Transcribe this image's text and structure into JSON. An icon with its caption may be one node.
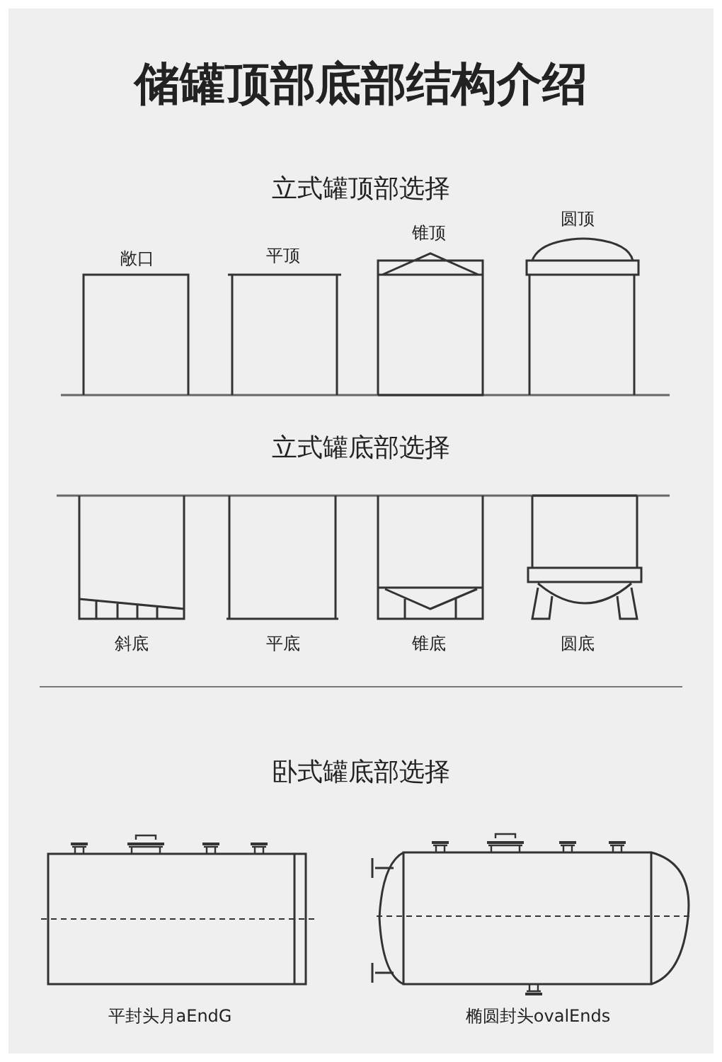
{
  "diagram": {
    "title": "储罐顶部底部结构介绍",
    "labels": [
      "立式罐顶部选择",
      "敞口",
      "平顶",
      "锥顶",
      "圆顶",
      "立式罐底部选择",
      "斜底",
      "平底",
      "锥底",
      "圆底",
      "卧式罐底部选择",
      "平封头月aEndG",
      "椭圆封头ovalEnds"
    ]
  }
}
